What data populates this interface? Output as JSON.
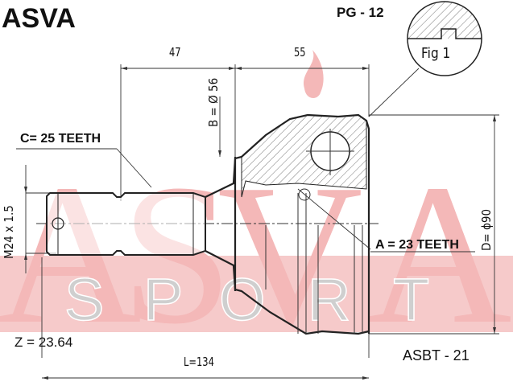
{
  "header": {
    "brand": "ASVA",
    "part_code": "PG - 12"
  },
  "watermark": {
    "letters_top": [
      "A",
      "S",
      "V",
      "A"
    ],
    "word_bottom": "SPORT",
    "band_color": "#f6c8c8",
    "letter_color": "#f2b3b3",
    "sport_color": "#c8c8c8"
  },
  "detail": {
    "figure_label": "Fig 1"
  },
  "dimensions": {
    "top_left": "47",
    "top_right": "55",
    "b_diameter": "B = Ø 56",
    "d_diameter": "D= ϕ90",
    "thread": "M24 x 1.5",
    "length": "L=134"
  },
  "annotations": {
    "c_teeth": "C= 25 TEETH",
    "a_teeth": "A = 23 TEETH",
    "z_value": "Z = 23.64",
    "ref_code": "ASBT - 21"
  }
}
